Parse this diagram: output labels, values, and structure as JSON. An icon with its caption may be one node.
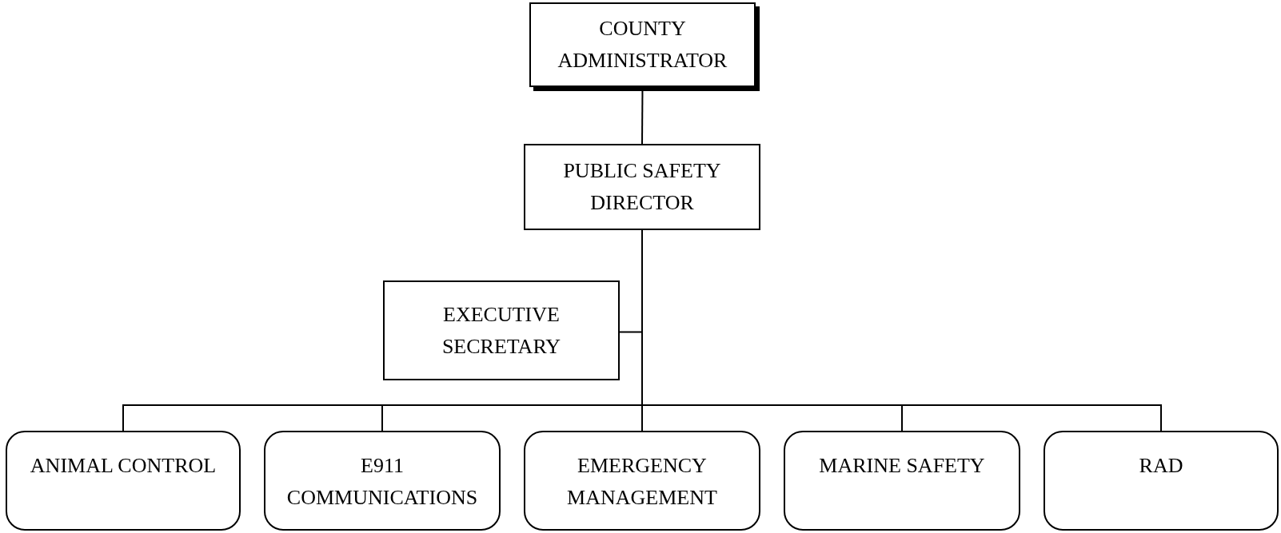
{
  "diagram": {
    "nodes": [
      {
        "text": [
          "COUNTY ADMINISTRATOR"
        ]
      },
      {
        "text": [
          "PUBLIC SAFETY DIRECTOR"
        ]
      },
      {
        "text": [
          "EXECUTIVE SECRETARY"
        ]
      },
      {
        "text": [
          "ANIMAL CONTROL"
        ]
      },
      {
        "text": [
          "E911 COMMUNICATIONS"
        ]
      },
      {
        "text": [
          "EMERGENCY MANAGEMENT"
        ]
      },
      {
        "text": [
          "MARINE SAFETY"
        ]
      },
      {
        "text": [
          "RAD"
        ]
      }
    ],
    "edges": [
      {
        "from": 0,
        "to": 1,
        "arrow": "none"
      },
      {
        "from": 1,
        "to": 2,
        "arrow": "none"
      },
      {
        "from": 1,
        "to": 3,
        "arrow": "none"
      },
      {
        "from": 1,
        "to": 4,
        "arrow": "none"
      },
      {
        "from": 1,
        "to": 5,
        "arrow": "none"
      },
      {
        "from": 1,
        "to": 6,
        "arrow": "none"
      },
      {
        "from": 1,
        "to": 7,
        "arrow": "none"
      }
    ]
  }
}
